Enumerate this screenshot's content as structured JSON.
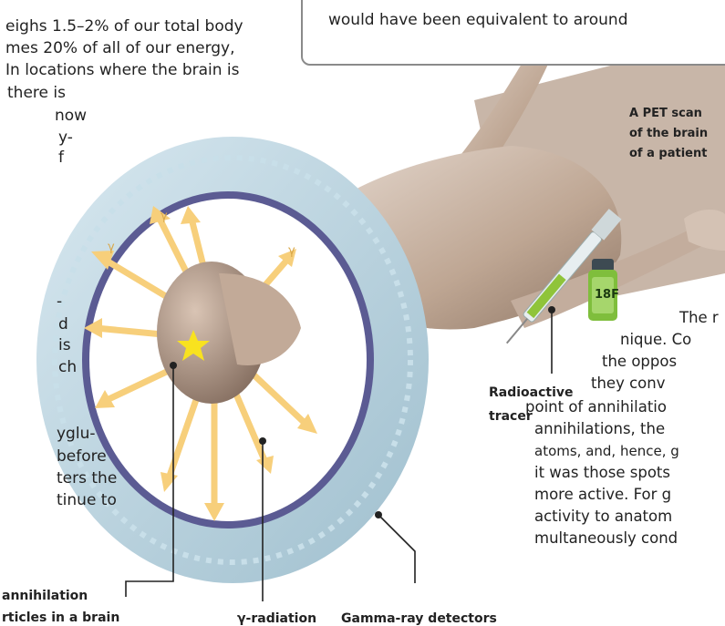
{
  "left_column": {
    "lines": [
      "eighs 1.5–2% of our total body",
      "mes 20% of all of our energy,",
      "In locations where the brain is",
      "there is",
      "now",
      "y-",
      "f",
      "",
      "",
      "",
      "-",
      "d",
      "is",
      "ch",
      "",
      "yglu-",
      "before",
      "ters the",
      "tinue to"
    ]
  },
  "top_box": {
    "text": "would have been equivalent to around"
  },
  "right_column": {
    "lines": [
      "The r",
      "nique. Co",
      "the oppos",
      "they conv",
      "point of annihilatio",
      "annihilations, the",
      "atoms, and, hence, g",
      "it was those spots",
      "more active. For g",
      "activity to anatom",
      "multaneously cond"
    ]
  },
  "labels": {
    "pet_scan": [
      "A PET scan",
      "of the brain",
      "of a patient"
    ],
    "radioactive_tracer": [
      "Radioactive",
      "tracer"
    ],
    "annihilation": [
      "annihilation",
      "rticles in a brain"
    ],
    "gamma_radiation": "γ-radiation",
    "gamma_detectors": "Gamma-ray detectors",
    "gamma_symbol": "γ",
    "vial_label": "18F"
  },
  "colors": {
    "ring_outer": "#bcd6e3",
    "ring_inner_band": "#5a5a94",
    "arrow": "#f6cf7a",
    "skin": "#b9a08f",
    "vial_green": "#7fbe3c"
  }
}
